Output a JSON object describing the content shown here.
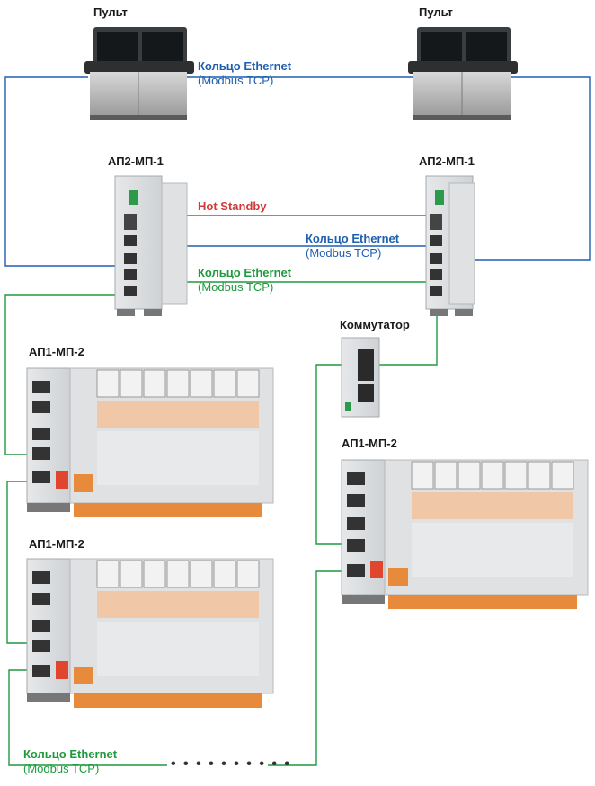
{
  "devices": {
    "panel_left": "Пульт",
    "panel_right": "Пульт",
    "cpu_left": "АП2-МП-1",
    "cpu_right": "АП2-МП-1",
    "switch": "Коммутатор",
    "io_top_left": "АП1-МП-2",
    "io_bottom_left": "АП1-МП-2",
    "io_right": "АП1-МП-2"
  },
  "links": {
    "ring_top": {
      "title": "Кольцо Ethernet",
      "sub": "(Modbus TCP)"
    },
    "hot_standby": {
      "title": "Hot Standby"
    },
    "ring_blue_mid": {
      "title": "Кольцо Ethernet",
      "sub": "(Modbus TCP)"
    },
    "ring_green_mid": {
      "title": "Кольцо Ethernet",
      "sub": "(Modbus TCP)"
    },
    "ring_bottom": {
      "title": "Кольцо Ethernet",
      "sub": "(Modbus TCP)"
    }
  },
  "ellipsis": "• • • • • • • • • •",
  "colors": {
    "blue": "#1f5fb0",
    "green": "#1f9a3e",
    "red": "#d03a3a"
  }
}
